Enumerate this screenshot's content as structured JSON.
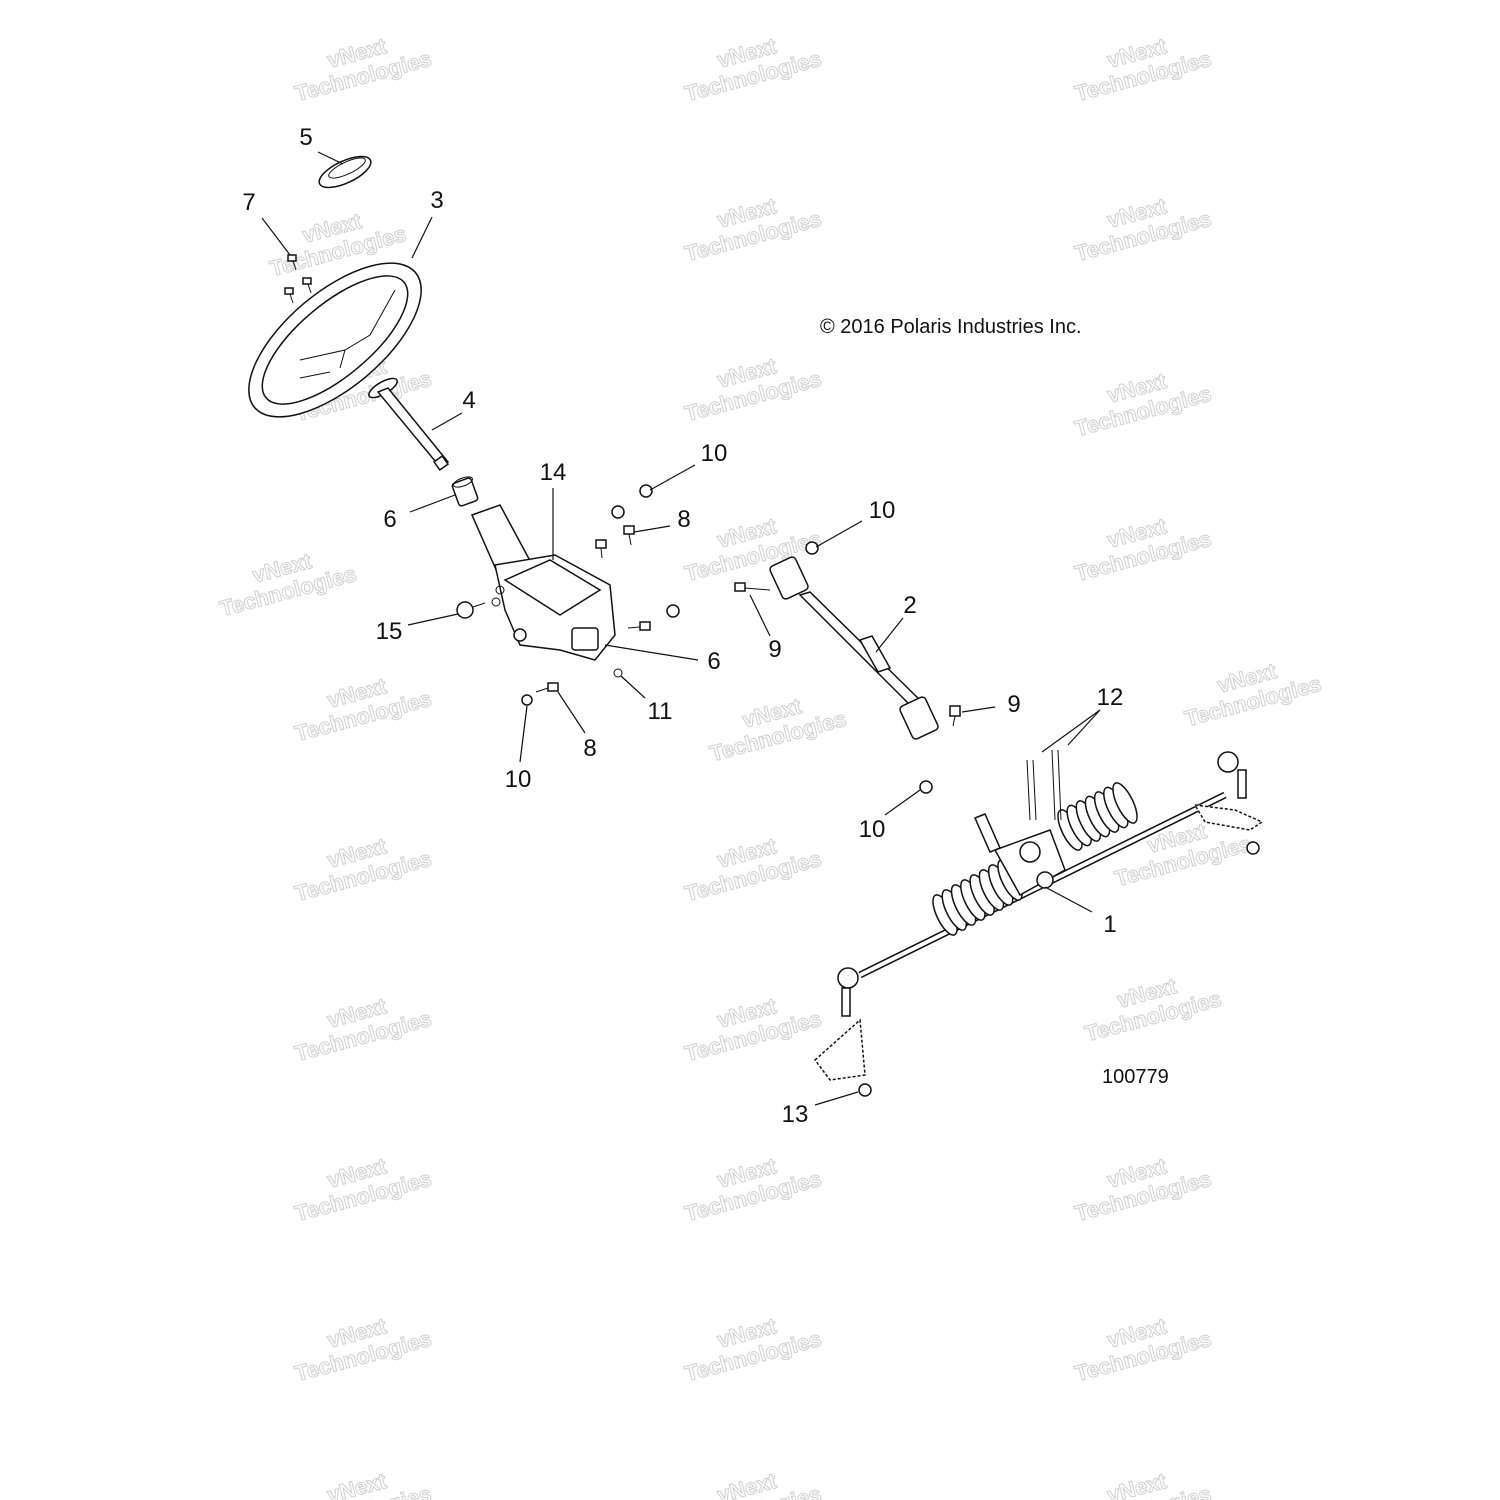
{
  "diagram": {
    "copyright": "© 2016 Polaris Industries Inc.",
    "drawing_number": "100779",
    "watermark": {
      "line1": "vNext",
      "line2": "Technologies"
    },
    "callouts": [
      {
        "id": "c5",
        "label": "5",
        "part": "horn-cap"
      },
      {
        "id": "c7",
        "label": "7",
        "part": "screws"
      },
      {
        "id": "c3",
        "label": "3",
        "part": "steering-wheel"
      },
      {
        "id": "c4",
        "label": "4",
        "part": "steering-shaft"
      },
      {
        "id": "c10a",
        "label": "10",
        "part": "nut"
      },
      {
        "id": "c14",
        "label": "14",
        "part": "steering-column-bracket"
      },
      {
        "id": "c6a",
        "label": "6",
        "part": "bushing"
      },
      {
        "id": "c8a",
        "label": "8",
        "part": "bolt"
      },
      {
        "id": "c10b",
        "label": "10",
        "part": "nut"
      },
      {
        "id": "c2",
        "label": "2",
        "part": "intermediate-shaft"
      },
      {
        "id": "c9a",
        "label": "9",
        "part": "bolt"
      },
      {
        "id": "c15",
        "label": "15",
        "part": "knob"
      },
      {
        "id": "c6b",
        "label": "6",
        "part": "bushing"
      },
      {
        "id": "c11",
        "label": "11",
        "part": "clip"
      },
      {
        "id": "c10c",
        "label": "10",
        "part": "nut"
      },
      {
        "id": "c8b",
        "label": "8",
        "part": "bolt"
      },
      {
        "id": "c9b",
        "label": "9",
        "part": "bolt"
      },
      {
        "id": "c12",
        "label": "12",
        "part": "rack-bolts"
      },
      {
        "id": "c10d",
        "label": "10",
        "part": "nut"
      },
      {
        "id": "c1",
        "label": "1",
        "part": "steering-rack"
      },
      {
        "id": "c13",
        "label": "13",
        "part": "nut"
      }
    ]
  }
}
